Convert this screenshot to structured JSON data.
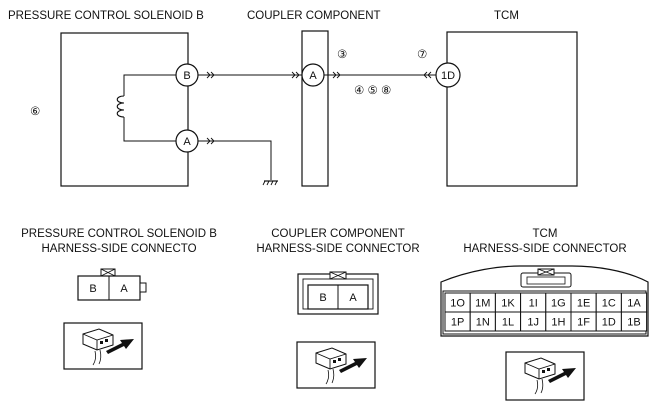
{
  "titles": {
    "solenoid": "PRESSURE CONTROL SOLENOID B",
    "coupler": "COUPLER COMPONENT",
    "tcm": "TCM"
  },
  "terminals": {
    "solenoid_b": "B",
    "solenoid_a": "A",
    "coupler_a": "A",
    "tcm_1d": "1D"
  },
  "callouts": {
    "six": "⑥",
    "three": "③",
    "seven": "⑦",
    "four_five_eight": "④ ⑤ ⑧"
  },
  "connectors": {
    "solenoid": {
      "line1": "PRESSURE CONTROL SOLENOID B",
      "line2": "HARNESS-SIDE CONNECTO",
      "pins": [
        "B",
        "A"
      ]
    },
    "coupler": {
      "line1": "COUPLER COMPONENT",
      "line2": "HARNESS-SIDE CONNECTOR",
      "pins": [
        "B",
        "A"
      ]
    },
    "tcm": {
      "line1": "TCM",
      "line2": "HARNESS-SIDE CONNECTOR",
      "row1": [
        "1O",
        "1M",
        "1K",
        "1I",
        "1G",
        "1E",
        "1C",
        "1A"
      ],
      "row2": [
        "1P",
        "1N",
        "1L",
        "1J",
        "1H",
        "1F",
        "1D",
        "1B"
      ]
    }
  }
}
